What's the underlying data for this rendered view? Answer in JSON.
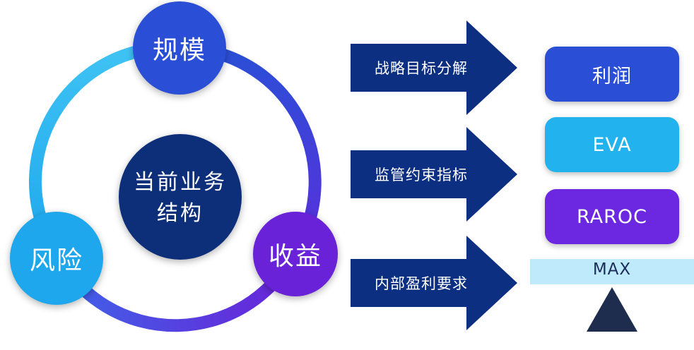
{
  "cycle": {
    "center_label_line1": "当前业务",
    "center_label_line2": "结构",
    "nodes": [
      {
        "label": "规模",
        "color": "#2a4fd6"
      },
      {
        "label": "收益",
        "color": "#6a22d8"
      },
      {
        "label": "风险",
        "color": "#1ea7ec"
      }
    ],
    "center_color": "#0d2f7a"
  },
  "arrows": [
    {
      "label": "战略目标分解"
    },
    {
      "label": "监管约束指标"
    },
    {
      "label": "内部盈利要求"
    }
  ],
  "metrics": [
    {
      "label": "利润",
      "color": "#2a4fd6"
    },
    {
      "label": "EVA",
      "color": "#22b3ef"
    },
    {
      "label": "RAROC",
      "color": "#6b28e0"
    }
  ],
  "balance": {
    "bar_label": "MAX",
    "bar_color": "#bfeafc",
    "pivot_color": "#1e2d4e"
  },
  "colors": {
    "arrow_fill": "#0c2f82"
  }
}
